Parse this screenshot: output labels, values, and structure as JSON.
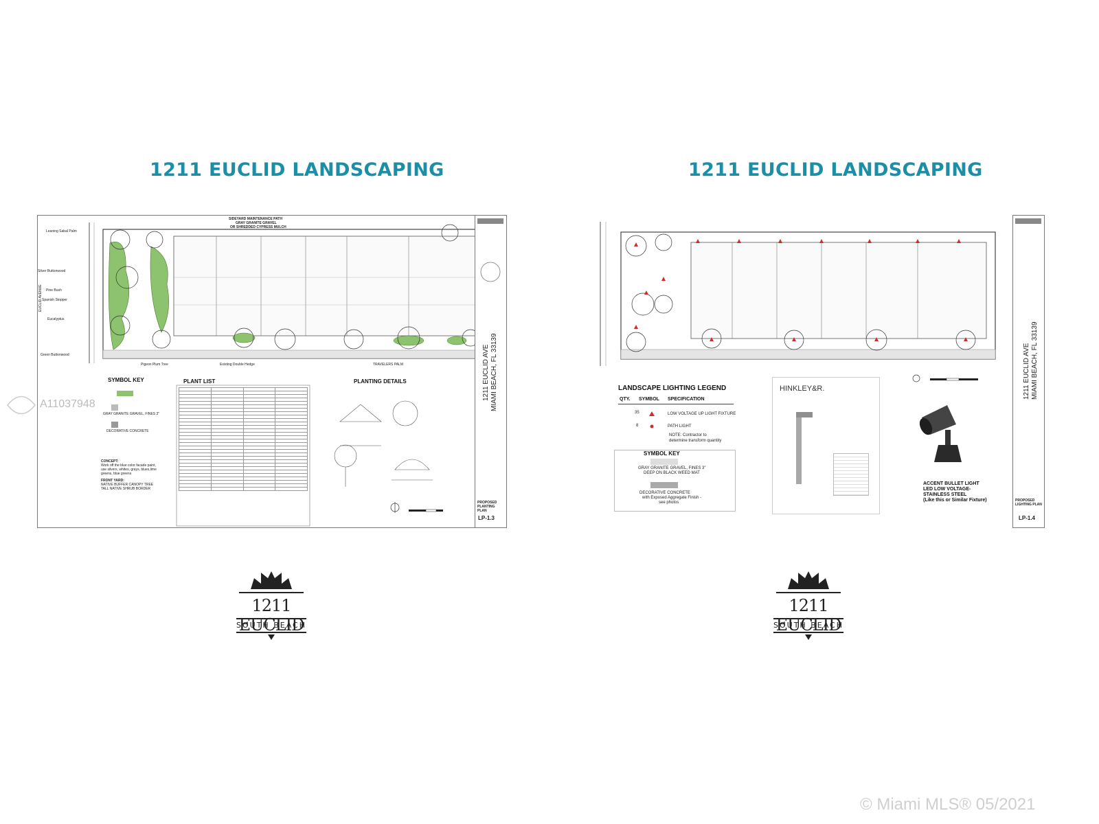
{
  "left": {
    "title": "1211 EUCLID LANDSCAPING",
    "sheet": {
      "street": "1211 EUCLID AVE",
      "city": "MIAMI BEACH, FL 33139",
      "sheet_title": "PROPOSED PLANTING PLAN",
      "sheet_number": "LP-1.3"
    },
    "annotations_top": [
      "SIDEYARD MAINTENANCE PATH",
      "GRAY GRANITE GRAVEL",
      "OR SHREDDED CYPRESS MULCH"
    ],
    "callouts_left": [
      "Leaning Sabal Palm",
      "Silver Buttonwood",
      "Pine Bush",
      "Spanish Stopper",
      "Eucalyptus",
      "Green Buttonwood"
    ],
    "street_label": "EUCLID AVENUE",
    "symbol_key": {
      "heading": "SYMBOL KEY",
      "items": [
        "GRAY GRANITE GRAVEL, FINES 3\"",
        "DECORATIVE CONCRETE"
      ]
    },
    "concept": {
      "line1": "CONCEPT:",
      "line2": "Work off the blue color facade paint,",
      "line3": "use silvers, whites, grays, blues,lime",
      "line4": "greens, blue greens",
      "line5": "FRONT YARD:",
      "line6": "NATIVE BUFFER CANOPY TREE",
      "line7": "TALL NATIVE SHRUB BORDER"
    },
    "plant_list_heading": "PLANT LIST",
    "planting_details_heading": "PLANTING DETAILS",
    "bottom_labels": [
      "Pigeon Plum Tree",
      "Existing Double Hedge",
      "TRAVELERS PALM"
    ]
  },
  "right": {
    "title": "1211 EUCLID LANDSCAPING",
    "sheet": {
      "street": "1211 EUCLID AVE",
      "city": "MIAMI BEACH, FL 33139",
      "sheet_title": "PROPOSED LIGHTING PLAN",
      "sheet_number": "LP-1.4"
    },
    "legend": {
      "heading": "LANDSCAPE LIGHTING LEGEND",
      "col_qty": "QTY.",
      "col_symbol": "SYMBOL",
      "col_spec": "SPECIFICATION",
      "rows": [
        {
          "qty": "35",
          "spec": "LOW VOLTAGE UP LIGHT FIXTURE"
        },
        {
          "qty": "8",
          "spec": "PATH LIGHT"
        }
      ],
      "note1": "NOTE: Contractor to",
      "note2": "determine transform quantity"
    },
    "symbol_key": {
      "heading": "SYMBOL KEY",
      "item1a": "GRAY GRANITE GRAVEL, FINES 3\"",
      "item1b": "DEEP ON BLACK WEED MAT",
      "item2a": "DECORATIVE CONCRETE",
      "item2b": "with Exposed Aggregate Finish -",
      "item2c": "see photos"
    },
    "brand": "HINKLEY&R.",
    "accent": {
      "line1": "ACCENT BULLET LIGHT",
      "line2": "LED LOW VOLTAGE-",
      "line3": "STAINLESS STEEL",
      "line4": "(Like this or Similar Fixture)"
    }
  },
  "logo": {
    "line1": "1211 EUCLID",
    "line2": "SOUTH BEACH"
  },
  "watermark": "A11037948",
  "mls": "© Miami MLS® 05/2021",
  "colors": {
    "title": "#1b8fa6",
    "plant_green": "#8dc26f",
    "light_red": "#d22b2b"
  }
}
